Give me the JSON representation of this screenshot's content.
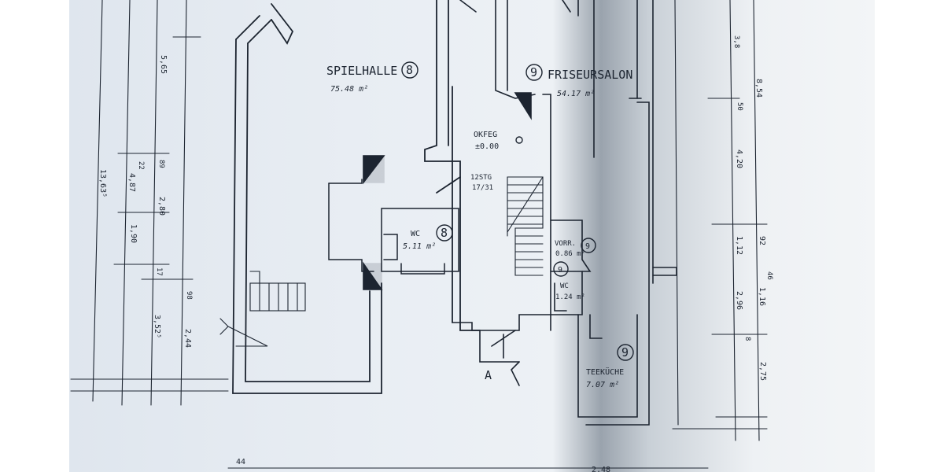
{
  "rooms": {
    "spielhalle": {
      "name": "SPIELHALLE",
      "number": "8",
      "area": "75.48 m²"
    },
    "friseursalon": {
      "name": "FRISEURSALON",
      "number": "9",
      "area": "54.17 m²"
    },
    "wc8": {
      "name": "WC",
      "number": "8",
      "area": "5.11 m²"
    },
    "vorr": {
      "name": "VORR.",
      "number": "9",
      "area": "0.86 m²"
    },
    "wc9": {
      "name": "WC",
      "number": "9",
      "area": "1.24 m²"
    },
    "teekueche": {
      "name": "TEEKÜCHE",
      "number": "9",
      "area": "7.07 m²"
    }
  },
  "level": {
    "label": "OKFEG",
    "value": "±0.00"
  },
  "stairs": {
    "label": "12STG",
    "ratio": "17/31"
  },
  "section_mark": "A",
  "dimensions_left": {
    "d1": "5,65",
    "d2": "13,63⁵",
    "d3": "4,87",
    "d4": "89",
    "d5": "22",
    "d6": "2,80",
    "d7": "1,90",
    "d8": "17",
    "d9": "98",
    "d10": "3,52⁵",
    "d11": "2,44"
  },
  "dimensions_right": {
    "r1": "8,54",
    "r2": "3,8",
    "r3": "50",
    "r4": "4,20",
    "r5": "1,12",
    "r6": "92",
    "r7": "46",
    "r8": "1,16",
    "r9": "2,96",
    "r10": "2,75",
    "r11": "8"
  },
  "bottom_marks": {
    "b1": "44",
    "b2": "2,48"
  }
}
